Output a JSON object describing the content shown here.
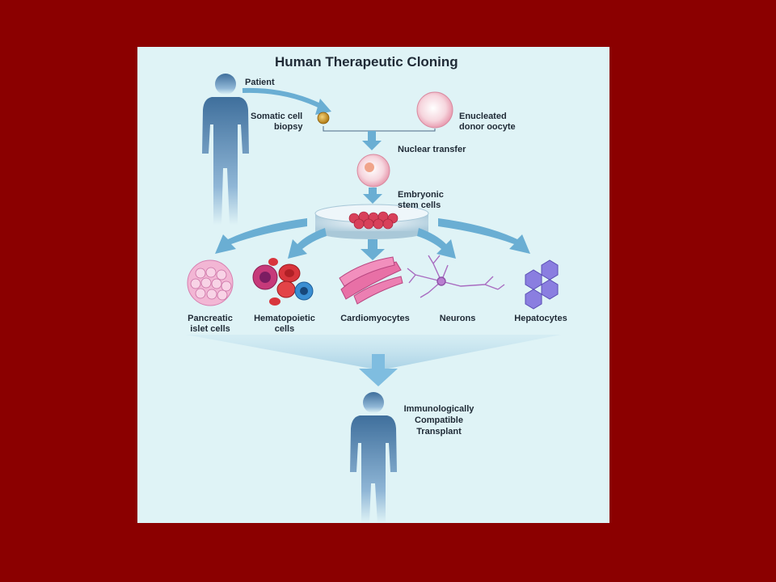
{
  "diagram": {
    "title": "Human Therapeutic Cloning",
    "patient_label": "Patient",
    "somatic_label": [
      "Somatic cell",
      "biopsy"
    ],
    "oocyte_label": [
      "Enucleated",
      "donor oocyte"
    ],
    "nuclear_transfer_label": "Nuclear transfer",
    "stem_cells_label": [
      "Embryonic",
      "stem cells"
    ],
    "cell_types": [
      {
        "label": [
          "Pancreatic",
          "islet cells"
        ]
      },
      {
        "label": [
          "Hematopoietic",
          "cells"
        ]
      },
      {
        "label": [
          "Cardiomyocytes"
        ]
      },
      {
        "label": [
          "Neurons"
        ]
      },
      {
        "label": [
          "Hepatocytes"
        ]
      }
    ],
    "transplant_label": [
      "Immunologically",
      "Compatible",
      "Transplant"
    ]
  },
  "colors": {
    "page_background": "#8b0000",
    "panel_background": "#dff3f6",
    "arrow": "#6aaed3",
    "silhouette": "#5b86b0",
    "text": "#1f2a36"
  }
}
